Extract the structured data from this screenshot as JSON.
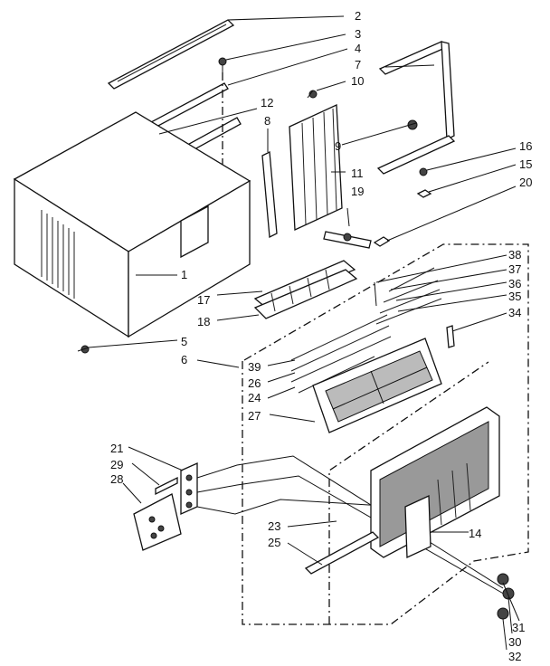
{
  "diagram": {
    "labels": [
      {
        "id": "p2",
        "text": "2"
      },
      {
        "id": "p3",
        "text": "3"
      },
      {
        "id": "p4",
        "text": "4"
      },
      {
        "id": "p7",
        "text": "7"
      },
      {
        "id": "p10",
        "text": "10"
      },
      {
        "id": "p12",
        "text": "12"
      },
      {
        "id": "p8",
        "text": "8"
      },
      {
        "id": "p9",
        "text": "9"
      },
      {
        "id": "p16",
        "text": "16"
      },
      {
        "id": "p15",
        "text": "15"
      },
      {
        "id": "p11",
        "text": "11"
      },
      {
        "id": "p19",
        "text": "19"
      },
      {
        "id": "p20",
        "text": "20"
      },
      {
        "id": "p1",
        "text": "1"
      },
      {
        "id": "p38",
        "text": "38"
      },
      {
        "id": "p37",
        "text": "37"
      },
      {
        "id": "p36",
        "text": "36"
      },
      {
        "id": "p35",
        "text": "35"
      },
      {
        "id": "p17",
        "text": "17"
      },
      {
        "id": "p18",
        "text": "18"
      },
      {
        "id": "p34",
        "text": "34"
      },
      {
        "id": "p5",
        "text": "5"
      },
      {
        "id": "p6",
        "text": "6"
      },
      {
        "id": "p39",
        "text": "39"
      },
      {
        "id": "p26",
        "text": "26"
      },
      {
        "id": "p24",
        "text": "24"
      },
      {
        "id": "p27",
        "text": "27"
      },
      {
        "id": "p21",
        "text": "21"
      },
      {
        "id": "p29",
        "text": "29"
      },
      {
        "id": "p28",
        "text": "28"
      },
      {
        "id": "p23",
        "text": "23"
      },
      {
        "id": "p25",
        "text": "25"
      },
      {
        "id": "p14",
        "text": "14"
      },
      {
        "id": "p31",
        "text": "31"
      },
      {
        "id": "p30",
        "text": "30"
      },
      {
        "id": "p32",
        "text": "32"
      }
    ]
  }
}
